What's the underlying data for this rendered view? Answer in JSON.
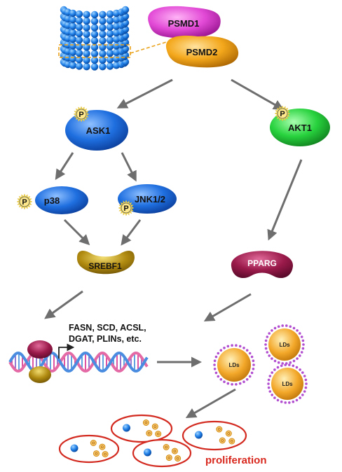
{
  "labels": {
    "psmd1": "PSMD1",
    "psmd2": "PSMD2",
    "ask1": "ASK1",
    "akt1": "AKT1",
    "p38": "p38",
    "jnk": "JNK1/2",
    "srebf1": "SREBF1",
    "pparg": "PPARG",
    "genes_line1": "FASN, SCD, ACSL,",
    "genes_line2": "DGAT, PLINs, etc.",
    "lds": "LDs",
    "proliferation": "proliferation",
    "phospho": "P"
  },
  "colors": {
    "arrow": "#6e6e6e",
    "psmd1": "#e24ad6",
    "psmd2": "#f4a81c",
    "ask1": "#1f6fe0",
    "p38": "#1f6fe0",
    "jnk": "#1f6fe0",
    "akt1": "#28d23e",
    "srebf1": "#b08a10",
    "pparg": "#9a1a4a",
    "phospho": "#f5df5a",
    "ld_fill": "#f3a82a",
    "ld_dots": "#b14fd0",
    "cell_outline": "#d32a20",
    "nucleus": "#1a66c8",
    "proliferation_text": "#d8281e",
    "proteasome": "#1e7ee6"
  }
}
